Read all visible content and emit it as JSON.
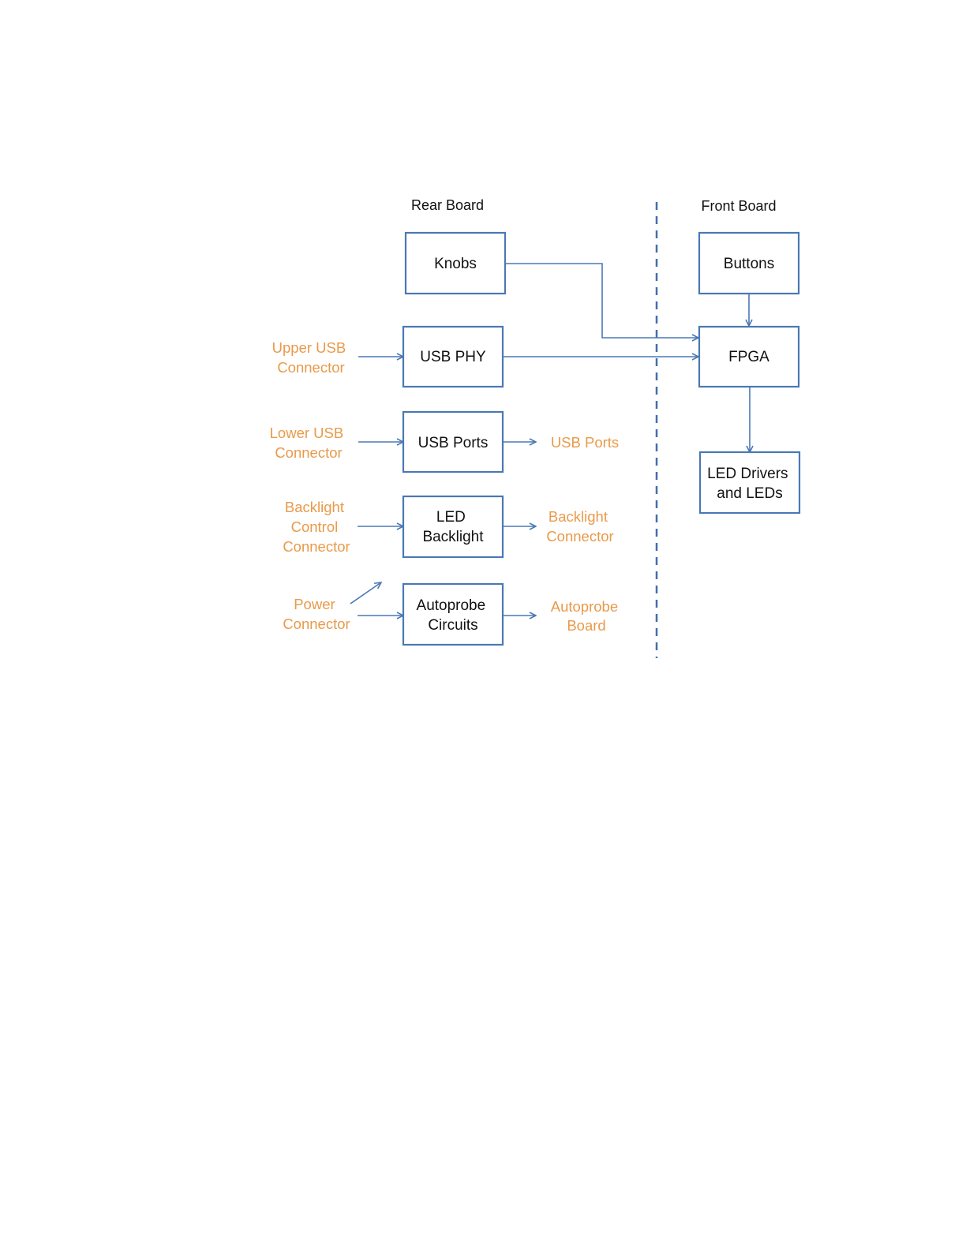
{
  "boards": {
    "rear": "Rear Board",
    "front": "Front Board"
  },
  "blocks": {
    "knobs": [
      "Knobs"
    ],
    "usb_phy": [
      "USB PHY"
    ],
    "usb_ports": [
      "USB Ports"
    ],
    "led_backlight": [
      "LED",
      "Backlight"
    ],
    "autoprobe_circuits": [
      "Autoprobe",
      "Circuits"
    ],
    "buttons": [
      "Buttons"
    ],
    "fpga": [
      "FPGA"
    ],
    "led_drivers": [
      "LED Drivers",
      "and LEDs"
    ]
  },
  "external_labels": {
    "upper_usb_connector": [
      "Upper USB",
      "Connector"
    ],
    "lower_usb_connector": [
      "Lower USB",
      "Connector"
    ],
    "backlight_control_connector": [
      "Backlight",
      "Control",
      "Connector"
    ],
    "power_connector": [
      "Power",
      "Connector"
    ],
    "usb_ports_out": [
      "USB Ports"
    ],
    "backlight_connector": [
      "Backlight",
      "Connector"
    ],
    "autoprobe_board": [
      "Autoprobe",
      "Board"
    ]
  },
  "colors": {
    "block_stroke": "#4a78b5",
    "external_text": "#e99a4a",
    "divider": "#3f6fae"
  }
}
